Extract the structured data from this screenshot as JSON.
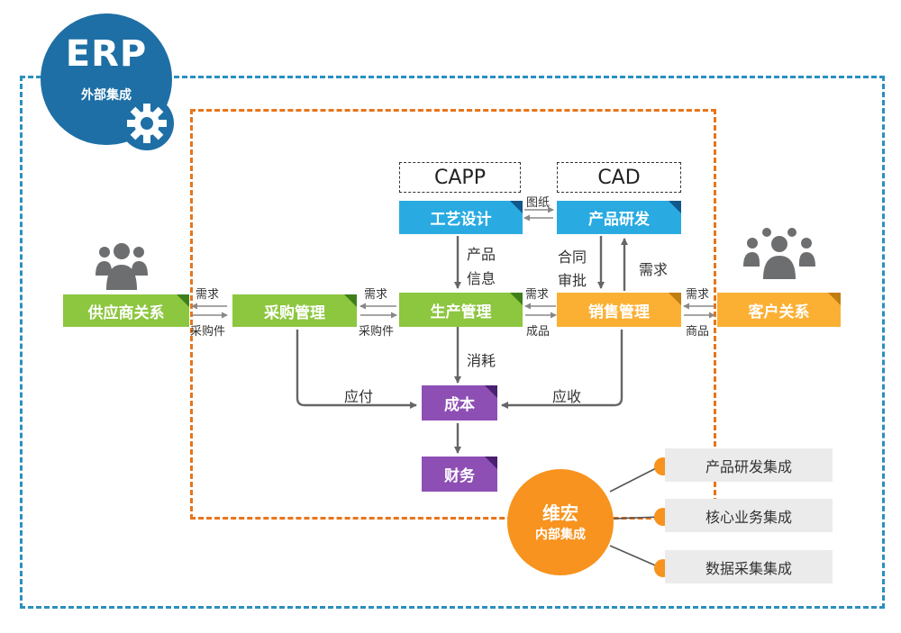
{
  "badge": {
    "title": "ERP",
    "subtitle": "外部集成"
  },
  "modules": {
    "supplier": "供应商关系",
    "purchase": "采购管理",
    "production": "生产管理",
    "sales": "销售管理",
    "customer": "客户关系",
    "process_design": "工艺设计",
    "product_rd": "产品研发",
    "cost": "成本",
    "finance": "财务"
  },
  "tools": {
    "capp": "CAPP",
    "cad": "CAD"
  },
  "flows": {
    "supplier_demand": "需求",
    "supplier_parts": "采购件",
    "prod_demand": "需求",
    "prod_parts": "采购件",
    "sales_demand": "需求",
    "sales_goods": "成品",
    "cust_demand": "需求",
    "cust_goods": "商品",
    "drawings": "图纸",
    "product_info_1": "产品",
    "product_info_2": "信息",
    "contract_1": "合同",
    "contract_2": "审批",
    "rd_demand": "需求",
    "consumption": "消耗",
    "payable": "应付",
    "receivable": "应收"
  },
  "internal": {
    "title": "维宏",
    "subtitle": "内部集成",
    "items": [
      "产品研发集成",
      "核心业务集成",
      "数据采集集成"
    ]
  },
  "colors": {
    "outer_border": "#2a8fc0",
    "inner_border": "#e8751a",
    "green": "#8dc63f",
    "blue": "#29abe2",
    "yellow": "#fbb034",
    "purple": "#8e4fb5",
    "orange": "#f7931e",
    "badge": "#1e6fa5"
  }
}
